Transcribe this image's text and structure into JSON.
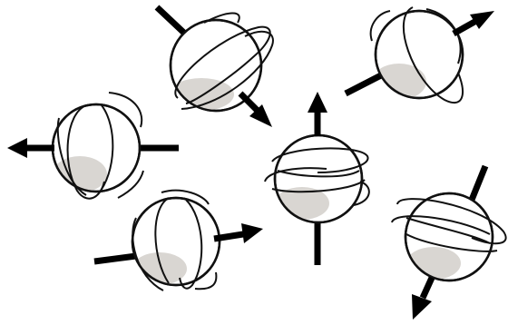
{
  "figure": {
    "subject": "spinning-spheres",
    "colors": {
      "outline": "#111111",
      "axis": "#000000",
      "shade": "#d9d6d2",
      "background": "#ffffff"
    },
    "spheres": [
      {
        "id": "top-left",
        "axis_direction": "down-right"
      },
      {
        "id": "top-right",
        "axis_direction": "up-right"
      },
      {
        "id": "middle-left",
        "axis_direction": "left"
      },
      {
        "id": "center",
        "axis_direction": "up"
      },
      {
        "id": "bottom-left",
        "axis_direction": "right"
      },
      {
        "id": "bottom-right",
        "axis_direction": "down-left"
      }
    ]
  }
}
